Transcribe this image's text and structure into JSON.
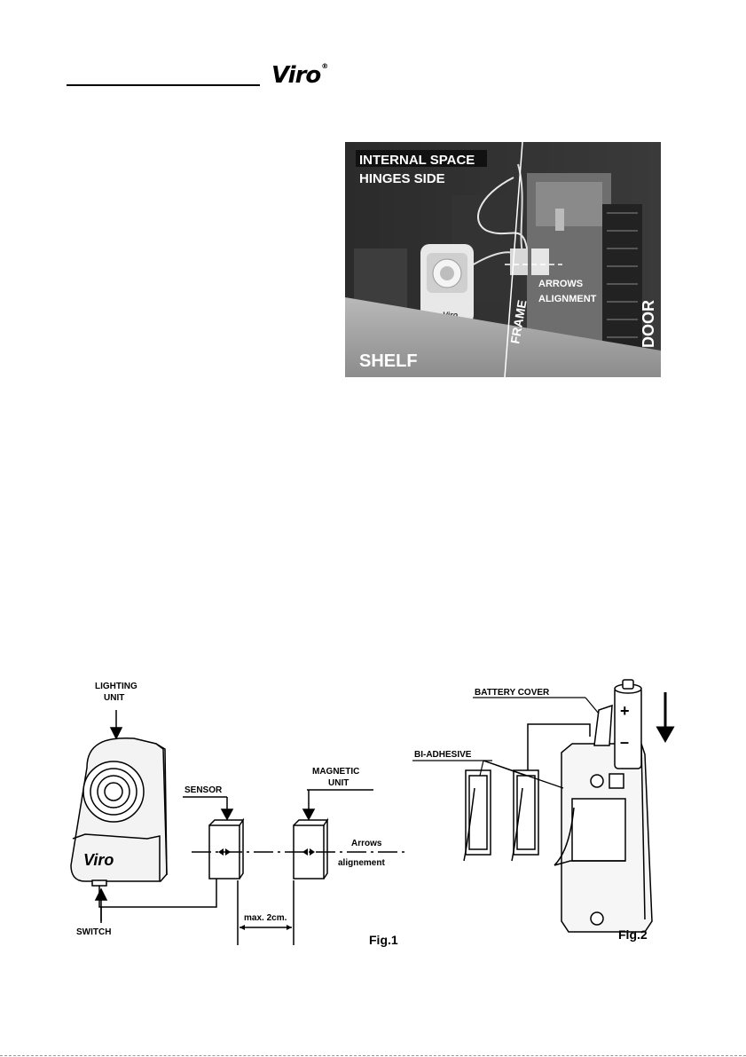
{
  "header": {
    "brand": "Viro",
    "registered": "®"
  },
  "photo": {
    "label_internal": "INTERNAL SPACE",
    "label_hinges": "HINGES SIDE",
    "label_arrows_1": "ARROWS",
    "label_arrows_2": "ALIGNMENT",
    "label_frame": "FRAME",
    "label_door": "DOOR",
    "label_shelf": "SHELF",
    "brand_on_unit": "Viro"
  },
  "fig1": {
    "lighting_unit_1": "LIGHTING",
    "lighting_unit_2": "UNIT",
    "sensor": "SENSOR",
    "magnetic_unit_1": "MAGNETIC",
    "magnetic_unit_2": "UNIT",
    "arrows_1": "Arrows",
    "arrows_2": "alignement",
    "distance": "max. 2cm.",
    "switch": "SWITCH",
    "brand": "Viro",
    "caption": "Fig.1"
  },
  "fig2": {
    "battery_cover": "BATTERY COVER",
    "bi_adhesive": "BI-ADHESIVE",
    "plus": "+",
    "minus": "–",
    "caption": "Fig.2"
  }
}
